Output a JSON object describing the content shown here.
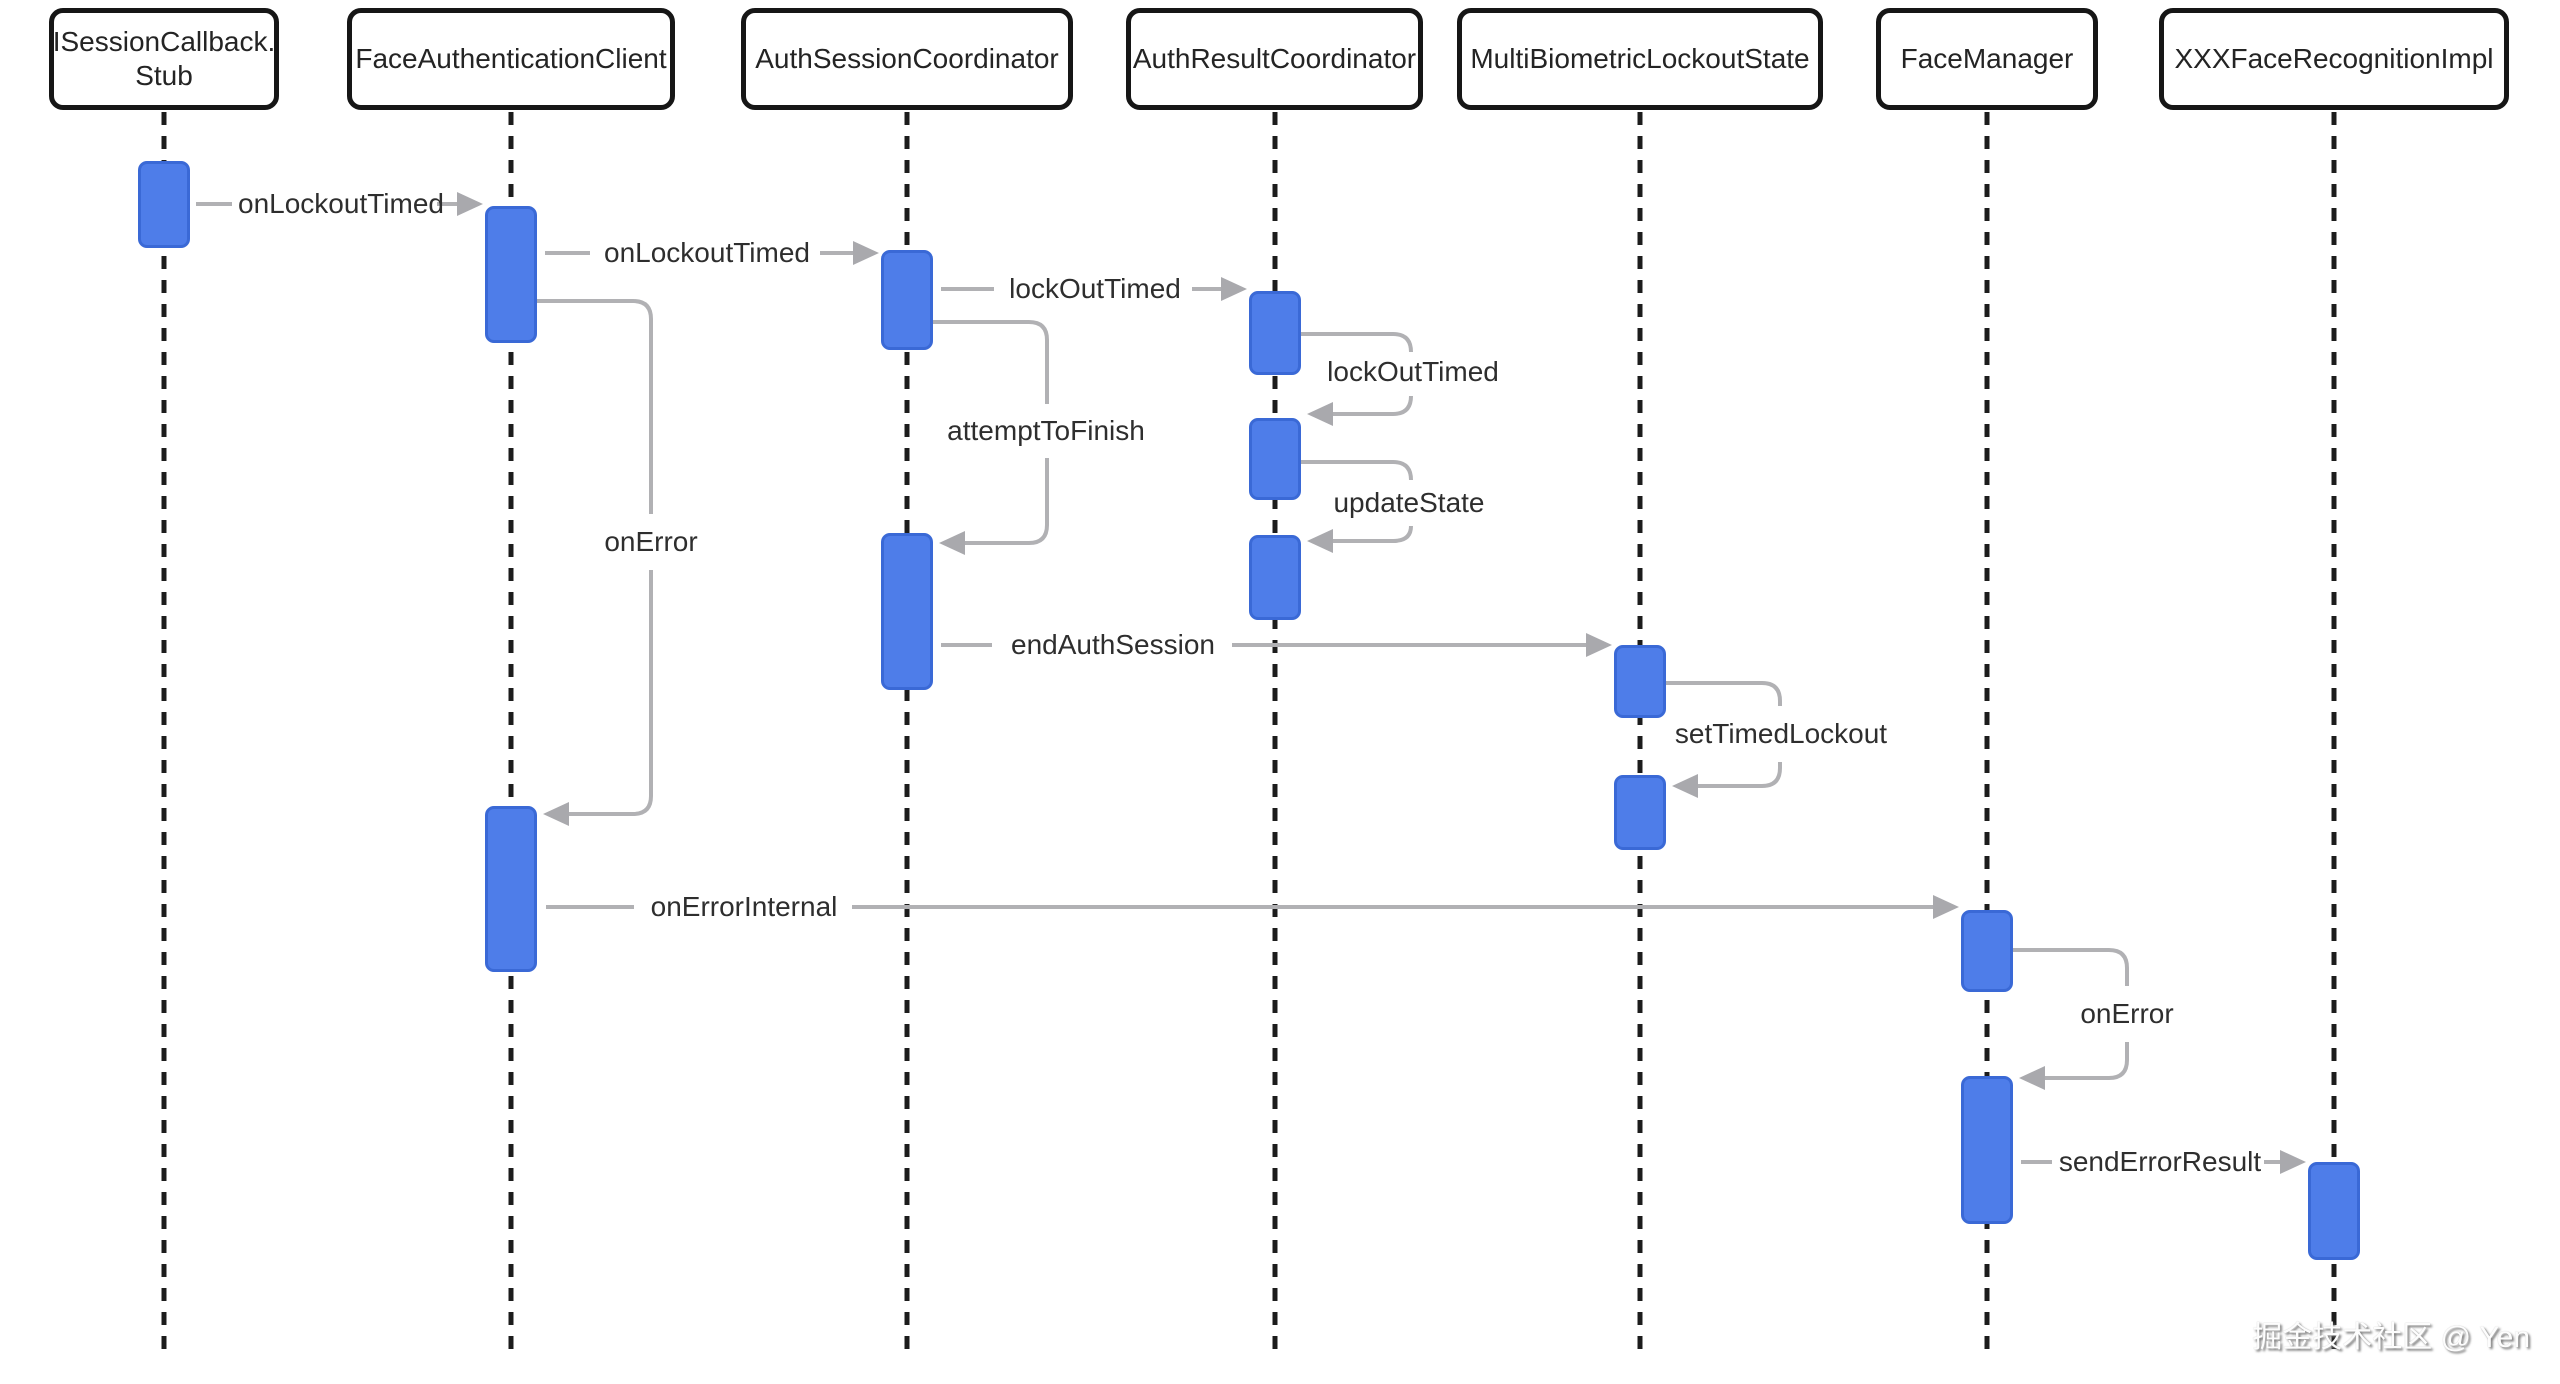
{
  "diagram": {
    "participants": [
      {
        "id": "isessioncallback-stub",
        "lines": [
          "ISessionCallback.",
          "Stub"
        ]
      },
      {
        "id": "face-authentication-client",
        "lines": [
          "FaceAuthenticationClient"
        ]
      },
      {
        "id": "auth-session-coordinator",
        "lines": [
          "AuthSessionCoordinator"
        ]
      },
      {
        "id": "auth-result-coordinator",
        "lines": [
          "AuthResultCoordinator"
        ]
      },
      {
        "id": "multi-biometric-lockout-state",
        "lines": [
          "MultiBiometricLockoutState"
        ]
      },
      {
        "id": "face-manager",
        "lines": [
          "FaceManager"
        ]
      },
      {
        "id": "xxx-face-recognition-impl",
        "lines": [
          "XXXFaceRecognitionImpl"
        ]
      }
    ],
    "messages": [
      {
        "label": "onLockoutTimed",
        "from": "ISessionCallback.Stub",
        "to": "FaceAuthenticationClient",
        "kind": "call"
      },
      {
        "label": "onLockoutTimed",
        "from": "FaceAuthenticationClient",
        "to": "AuthSessionCoordinator",
        "kind": "call"
      },
      {
        "label": "lockOutTimed",
        "from": "AuthSessionCoordinator",
        "to": "AuthResultCoordinator",
        "kind": "call"
      },
      {
        "label": "lockOutTimed",
        "from": "AuthResultCoordinator",
        "to": "AuthResultCoordinator",
        "kind": "self"
      },
      {
        "label": "attemptToFinish",
        "from": "AuthSessionCoordinator",
        "to": "AuthSessionCoordinator",
        "kind": "self"
      },
      {
        "label": "updateState",
        "from": "AuthResultCoordinator",
        "to": "AuthResultCoordinator",
        "kind": "self"
      },
      {
        "label": "endAuthSession",
        "from": "AuthSessionCoordinator",
        "to": "MultiBiometricLockoutState",
        "kind": "call"
      },
      {
        "label": "setTimedLockout",
        "from": "MultiBiometricLockoutState",
        "to": "MultiBiometricLockoutState",
        "kind": "self"
      },
      {
        "label": "onError",
        "from": "FaceAuthenticationClient",
        "to": "FaceAuthenticationClient",
        "kind": "self"
      },
      {
        "label": "onErrorInternal",
        "from": "FaceAuthenticationClient",
        "to": "FaceManager",
        "kind": "call"
      },
      {
        "label": "onError",
        "from": "FaceManager",
        "to": "FaceManager",
        "kind": "self"
      },
      {
        "label": "sendErrorResult",
        "from": "FaceManager",
        "to": "XXXFaceRecognitionImpl",
        "kind": "call"
      }
    ],
    "watermark": "掘金技术社区 @ Yen"
  },
  "colors": {
    "background": "#FFFFFF",
    "lifeline": "#1C1C1C",
    "participant_border": "#161616",
    "participant_text": "#242424",
    "activation_fill": "#4E7DE9",
    "activation_border": "#3A69D6",
    "message_line": "#B1B1B4",
    "arrowhead": "#A9A9AD",
    "message_text": "#2E2E2E"
  }
}
